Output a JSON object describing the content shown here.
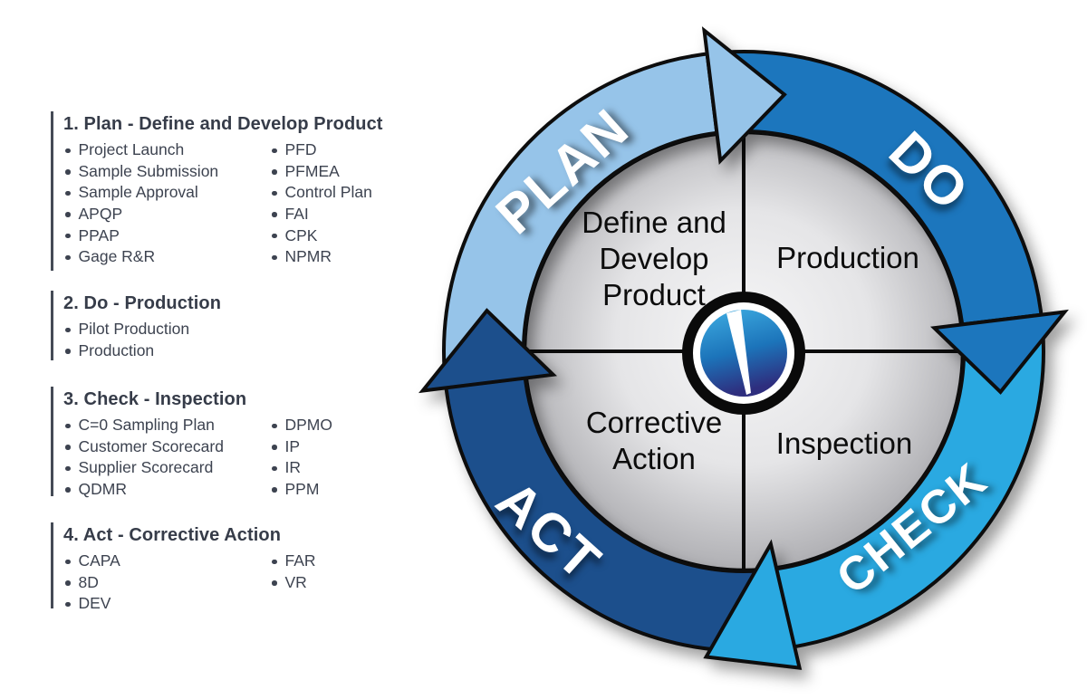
{
  "legend": {
    "sections": [
      {
        "heading": "1. Plan - Define and Develop Product",
        "col1": [
          "Project Launch",
          "Sample Submission",
          "Sample Approval",
          "APQP",
          "PPAP",
          "Gage R&R"
        ],
        "col2": [
          "PFD",
          "PFMEA",
          "Control Plan",
          "FAI",
          "CPK",
          "NPMR"
        ]
      },
      {
        "heading": "2. Do - Production",
        "col1": [
          "Pilot Production",
          "Production"
        ],
        "col2": []
      },
      {
        "heading": "3. Check - Inspection",
        "col1": [
          "C=0 Sampling Plan",
          "Customer Scorecard",
          "Supplier Scorecard",
          "QDMR"
        ],
        "col2": [
          "DPMO",
          "IP",
          "IR",
          "PPM"
        ]
      },
      {
        "heading": "4. Act - Corrective Action",
        "col1": [
          "CAPA",
          "8D",
          "DEV"
        ],
        "col2": [
          "FAR",
          "VR"
        ]
      }
    ]
  },
  "cycle": {
    "arrows": [
      {
        "label": "PLAN",
        "color": "#96C4E9"
      },
      {
        "label": "DO",
        "color": "#1B76BD"
      },
      {
        "label": "CHECK",
        "color": "#2BA9E1"
      },
      {
        "label": "ACT",
        "color": "#1E4F8C"
      }
    ],
    "quadrants": [
      {
        "label": "Define and Develop Product"
      },
      {
        "label": "Production"
      },
      {
        "label": "Inspection"
      },
      {
        "label": "Corrective Action"
      }
    ]
  }
}
